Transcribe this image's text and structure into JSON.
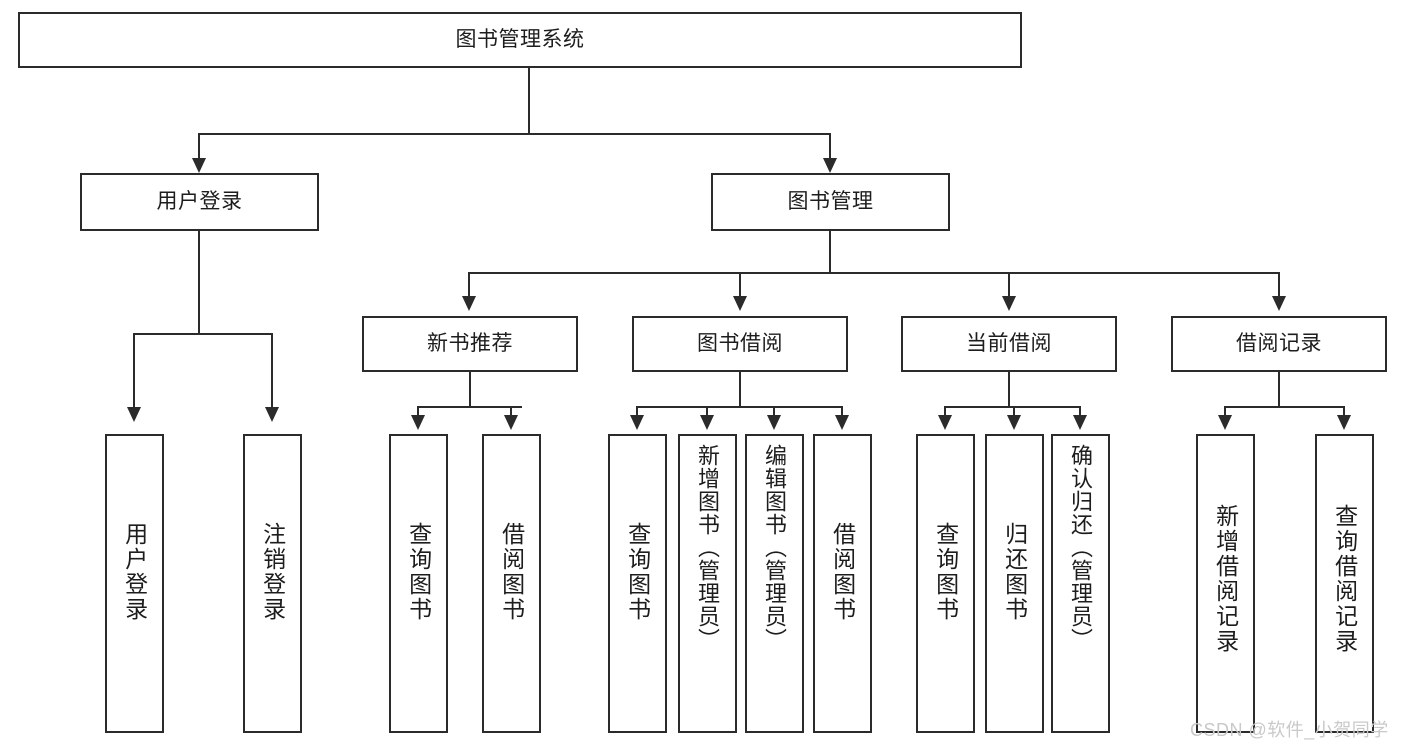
{
  "diagram": {
    "title": "图书管理系统",
    "watermark": "CSDN @软件_小贺同学",
    "colors": {
      "stroke": "#2b2b2b",
      "fill": "#ffffff",
      "text": "#1d1d1d",
      "watermark": "#c9c9c9"
    },
    "root": {
      "label": "图书管理系统"
    },
    "level2": [
      {
        "label": "用户登录"
      },
      {
        "label": "图书管理"
      }
    ],
    "level3": [
      {
        "label": "新书推荐"
      },
      {
        "label": "图书借阅"
      },
      {
        "label": "当前借阅"
      },
      {
        "label": "借阅记录"
      }
    ],
    "leaves": {
      "user_login": [
        {
          "label": "用户登录"
        },
        {
          "label": "注销登录"
        }
      ],
      "new_book": [
        {
          "label": "查询图书"
        },
        {
          "label": "借阅图书"
        }
      ],
      "book_borrow": [
        {
          "label": "查询图书"
        },
        {
          "label": "新增图书（管理员）"
        },
        {
          "label": "编辑图书（管理员）"
        },
        {
          "label": "借阅图书"
        }
      ],
      "current_borrow": [
        {
          "label": "查询图书"
        },
        {
          "label": "归还图书"
        },
        {
          "label": "确认归还（管理员）"
        }
      ],
      "borrow_record": [
        {
          "label": "新增借阅记录"
        },
        {
          "label": "查询借阅记录"
        }
      ]
    }
  }
}
